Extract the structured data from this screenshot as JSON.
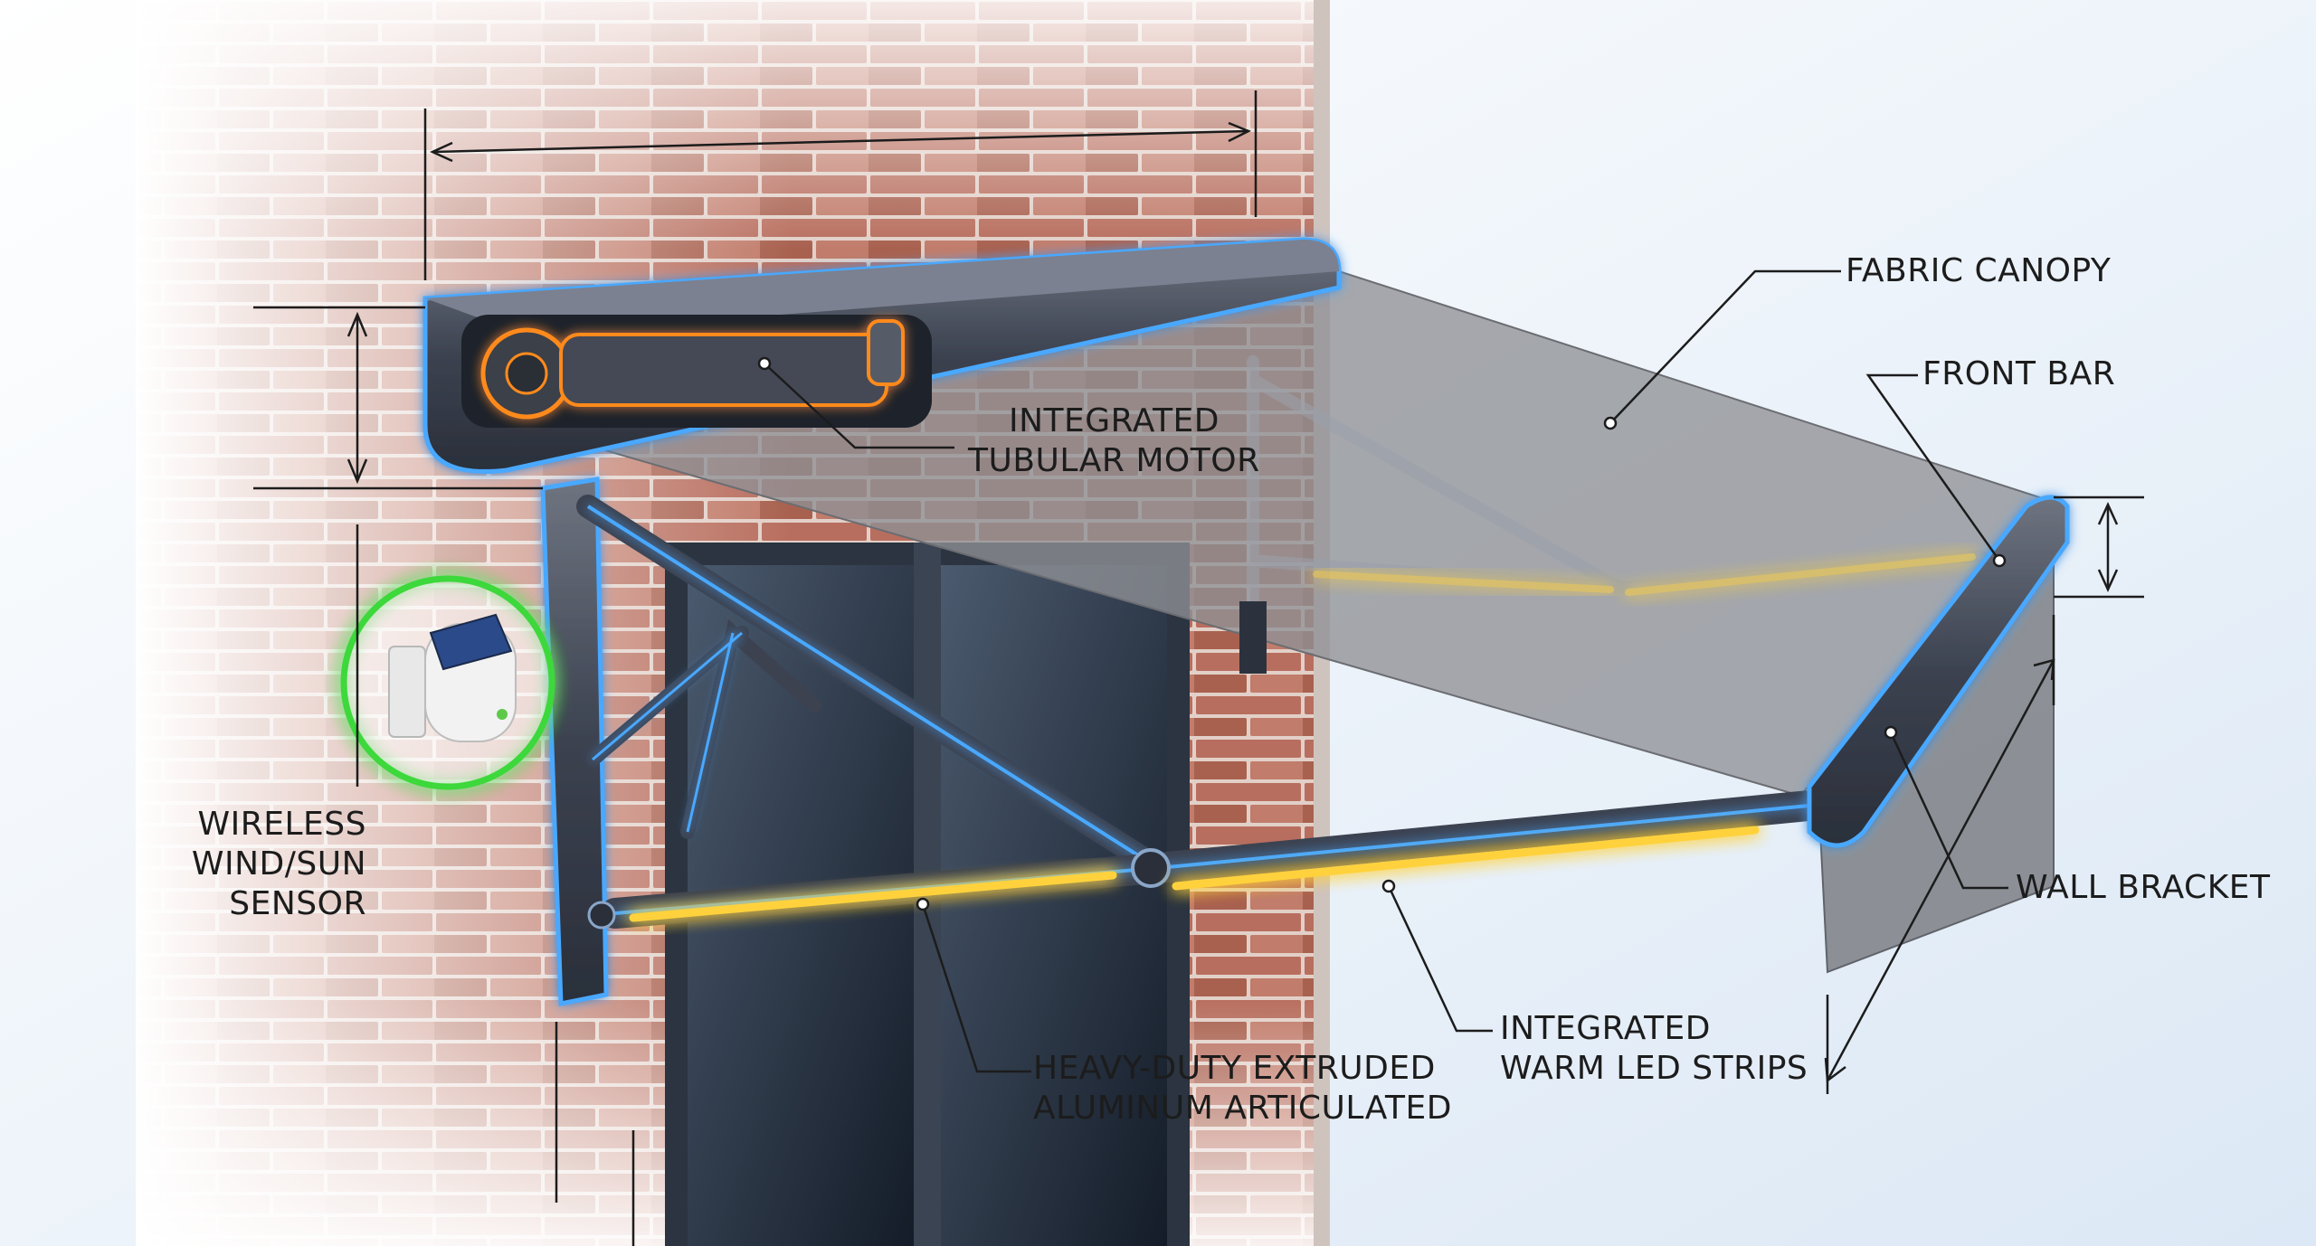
{
  "labels": {
    "fabric_canopy": "FABRIC CANOPY",
    "front_bar": "FRONT BAR",
    "motor_line1": "INTEGRATED",
    "motor_line2": "TUBULAR MOTOR",
    "sensor_line1": "WIRELESS",
    "sensor_line2": "WIND/SUN",
    "sensor_line3": "SENSOR",
    "wall_bracket": "WALL BRACKET",
    "arms_line1": "HEAVY-DUTY EXTRUDED",
    "arms_line2": "ALUMINUM ARTICULATED",
    "led_line1": "INTEGRATED",
    "led_line2": "WARM LED STRIPS"
  },
  "colors": {
    "frame_glow": "#4aa8ff",
    "motor_glow": "#ff8a1e",
    "sensor_glow": "#3ed83a",
    "led_strip": "#ffd23c",
    "brick": "#b86e5e",
    "mortar": "#e8d6cf",
    "canopy": "#8f9196",
    "window_glass": "#1f2b3a"
  },
  "icons": {
    "solar_sensor": "solar-wind-sensor-icon"
  }
}
